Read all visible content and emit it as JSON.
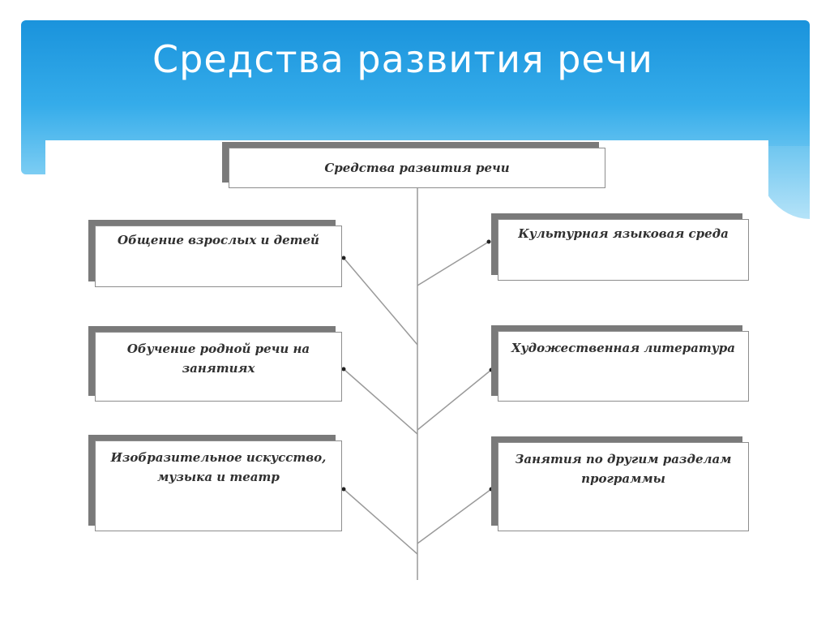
{
  "slide": {
    "title": "Средства развития речи"
  },
  "diagram": {
    "root": "Средства развития речи",
    "left": [
      "Общение взрослых и детей",
      "Обучение родной речи на занятиях",
      "Изобразительное искусство, музыка и театр"
    ],
    "right": [
      "Культурная языковая среда",
      "Художественная литература",
      "Занятия по другим разделам программы"
    ]
  },
  "colors": {
    "header_gradient_top": "#1a93dc",
    "header_gradient_bottom": "#7ccdf3",
    "box_shadow": "#7a7a7a",
    "connector_line": "#9a9a9a"
  }
}
